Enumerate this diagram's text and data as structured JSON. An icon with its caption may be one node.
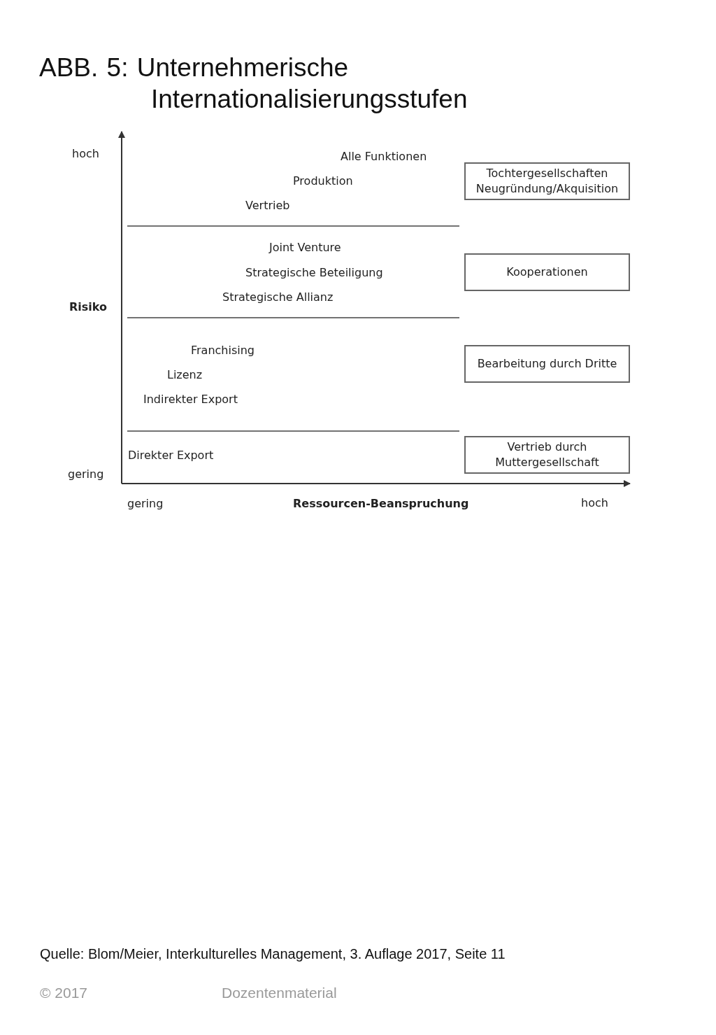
{
  "diagram": {
    "title": "ABB. 5: Unternehmerische Internationalisierungsstufen",
    "caption": "Quelle: Blom/Meier, Interkulturelles Management, 3. Auflage 2017, Seite 11",
    "nodes": [
      {
        "text": [
          "Tochtergesellschaften Neugründung/Akquisition"
        ]
      },
      {
        "text": [
          "Kooperationen"
        ]
      },
      {
        "text": [
          "Bearbeitung durch Dritte"
        ]
      },
      {
        "text": [
          "Vertrieb durch Muttergesellschaft"
        ]
      }
    ],
    "edges": [],
    "labels": [
      "hoch",
      "Alle Funktionen",
      "Produktion",
      "Vertrieb",
      "Joint Venture",
      "Strategische Beteiligung",
      "Risiko",
      "Strategische Allianz",
      "Franchising",
      "Lizenz",
      "Indirekter Export",
      "Direkter Export",
      "gering",
      "gering",
      "Ressourcen-Beanspruchung",
      "hoch",
      "© 2017",
      "Dozentenmaterial"
    ]
  }
}
